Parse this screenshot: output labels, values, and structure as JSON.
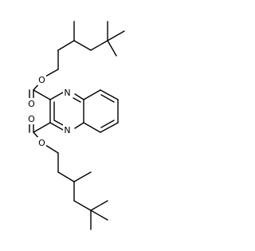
{
  "structure": {
    "atoms": {
      "O_ester_top": "O",
      "O_carbonyl_top": "O",
      "N_ring_top": "N",
      "N_ring_bottom": "N",
      "O_carbonyl_bottom": "O",
      "O_ester_bottom": "O"
    }
  }
}
